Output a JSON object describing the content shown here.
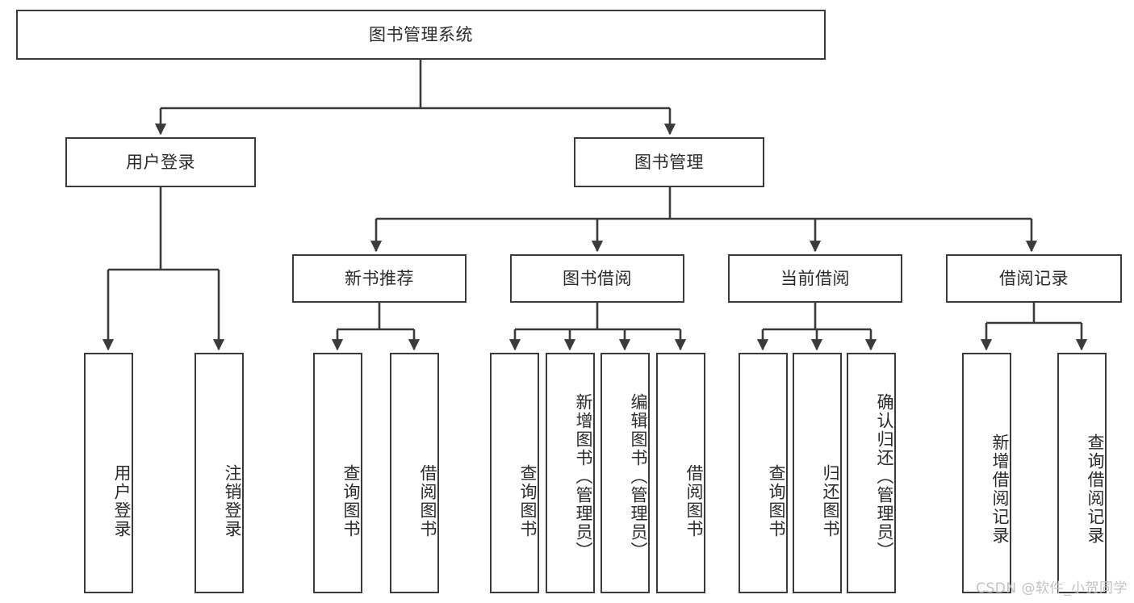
{
  "diagram": {
    "title": "图书管理系统",
    "root": {
      "label": "图书管理系统"
    },
    "level2": [
      {
        "label": "用户登录"
      },
      {
        "label": "图书管理"
      }
    ],
    "level3": [
      {
        "label": "新书推荐"
      },
      {
        "label": "图书借阅"
      },
      {
        "label": "当前借阅"
      },
      {
        "label": "借阅记录"
      }
    ],
    "leaves_user_login": [
      {
        "label": "用户登录"
      },
      {
        "label": "注销登录"
      }
    ],
    "leaves_new_book": [
      {
        "label": "查询图书"
      },
      {
        "label": "借阅图书"
      }
    ],
    "leaves_borrow": [
      {
        "label": "查询图书"
      },
      {
        "label": "新增图书（管理员）"
      },
      {
        "label": "编辑图书（管理员）"
      },
      {
        "label": "借阅图书"
      }
    ],
    "leaves_current": [
      {
        "label": "查询图书"
      },
      {
        "label": "归还图书"
      },
      {
        "label": "确认归还（管理员）"
      }
    ],
    "leaves_records": [
      {
        "label": "新增借阅记录"
      },
      {
        "label": "查询借阅记录"
      }
    ]
  },
  "watermark": {
    "text": "CSDN @软件_小贺同学"
  },
  "colors": {
    "box_border": "#3b3b3b",
    "box_fill": "#ffffff",
    "line": "#3b3b3b",
    "text": "#2b2b2b",
    "watermark": "#c3c3c3",
    "background": "#ffffff"
  }
}
